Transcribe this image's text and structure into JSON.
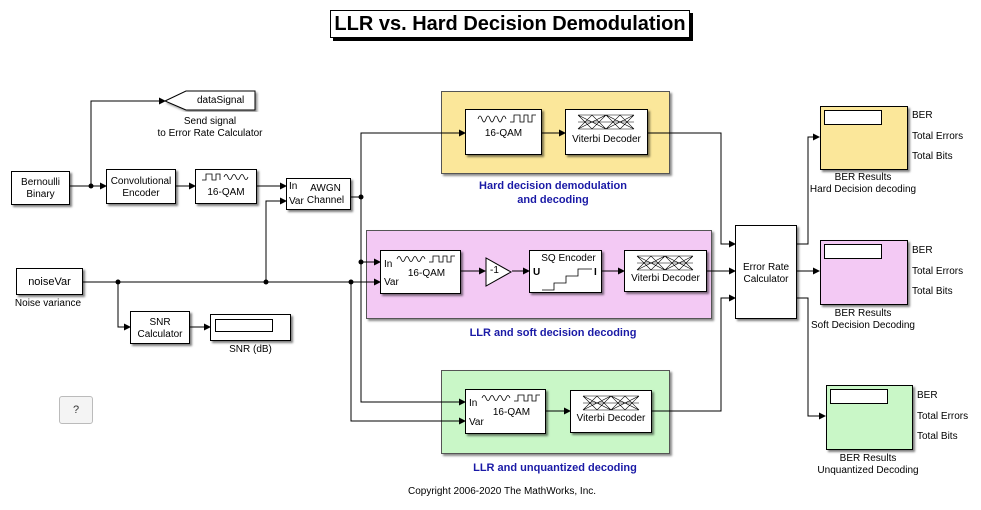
{
  "title": "LLR vs. Hard Decision Demodulation",
  "copyright": "Copyright 2006-2020 The MathWorks, Inc.",
  "help_label": "?",
  "colors": {
    "hard_area": "#fbe79a",
    "soft_area": "#f3c9f4",
    "unquant_area": "#c9f7c7",
    "area_label": "#1a1aa6"
  },
  "blocks": {
    "bernoulli": "Bernoulli\nBinary",
    "conv_encoder": "Convolutional\nEncoder",
    "qam_mod": "16-QAM",
    "awgn": {
      "label": "AWGN\nChannel",
      "in": "In",
      "var": "Var"
    },
    "noisevar": {
      "value": "noiseVar",
      "caption": "Noise variance"
    },
    "snr_calc": "SNR\nCalculator",
    "snr_display": "SNR (dB)",
    "data_signal": {
      "label": "dataSignal",
      "caption": "Send signal\nto Error Rate Calculator"
    },
    "error_rate": "Error Rate\nCalculator"
  },
  "hard": {
    "area_label": "Hard decision demodulation\nand decoding",
    "demod": "16-QAM",
    "viterbi": "Viterbi Decoder"
  },
  "soft": {
    "area_label": "LLR and soft decision decoding",
    "demod": {
      "label": "16-QAM",
      "in": "In",
      "var": "Var"
    },
    "gain": "-1",
    "sq": {
      "label": "SQ Encoder",
      "u": "U",
      "i": "I"
    },
    "viterbi": "Viterbi Decoder"
  },
  "unquant": {
    "area_label": "LLR and unquantized decoding",
    "demod": {
      "label": "16-QAM",
      "in": "In",
      "var": "Var"
    },
    "viterbi": "Viterbi Decoder"
  },
  "results": [
    {
      "caption": "BER Results\nHard Decision decoding",
      "rows": [
        "BER",
        "Total Errors",
        "Total Bits"
      ]
    },
    {
      "caption": "BER Results\nSoft Decision Decoding",
      "rows": [
        "BER",
        "Total Errors",
        "Total Bits"
      ]
    },
    {
      "caption": "BER Results\nUnquantized Decoding",
      "rows": [
        "BER",
        "Total Errors",
        "Total Bits"
      ]
    }
  ]
}
